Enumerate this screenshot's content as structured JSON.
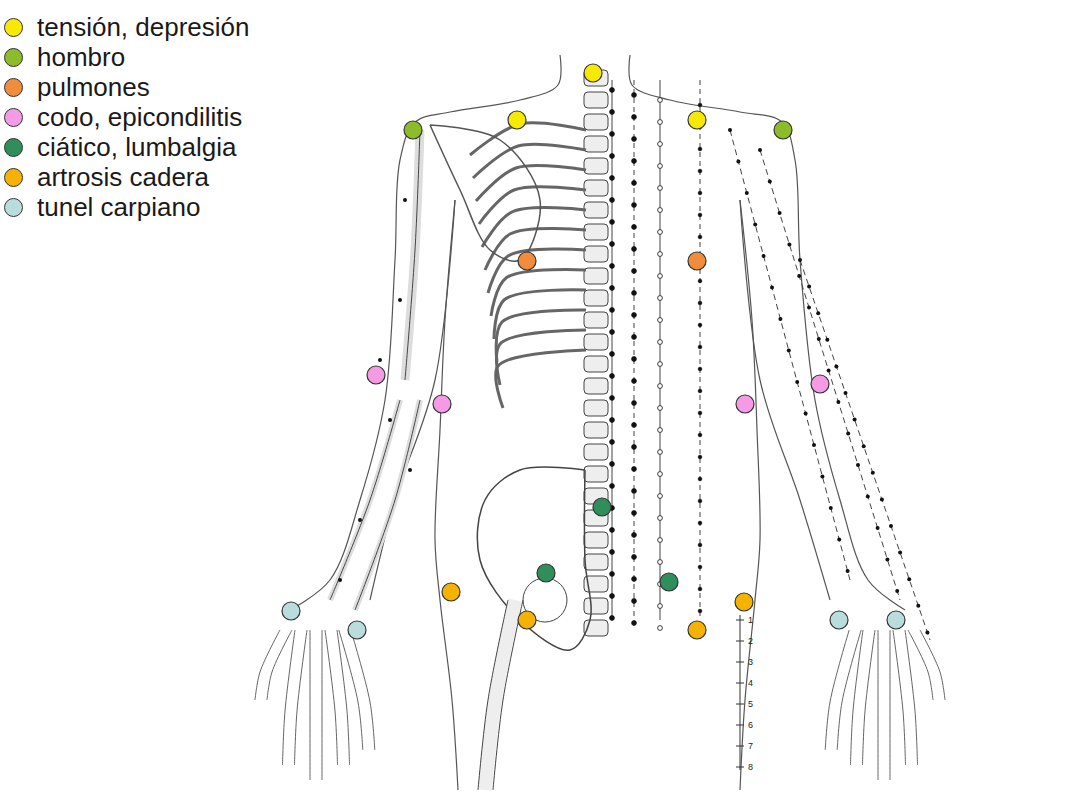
{
  "diagram": {
    "labels": [
      "1",
      "2",
      "3",
      "4",
      "5",
      "6",
      "7",
      "8"
    ],
    "legend": [
      {
        "text": "tensión, depresión",
        "color": "#f7ea00"
      },
      {
        "text": "hombro",
        "color": "#8dbb2a"
      },
      {
        "text": "pulmones",
        "color": "#f08c3c"
      },
      {
        "text": "codo, epicondilitis",
        "color": "#f59be6"
      },
      {
        "text": "ciático, lumbalgia",
        "color": "#2f8f5b"
      },
      {
        "text": "artrosis cadera",
        "color": "#f5b300"
      },
      {
        "text": "tunel carpiano",
        "color": "#b9dddc"
      }
    ]
  }
}
